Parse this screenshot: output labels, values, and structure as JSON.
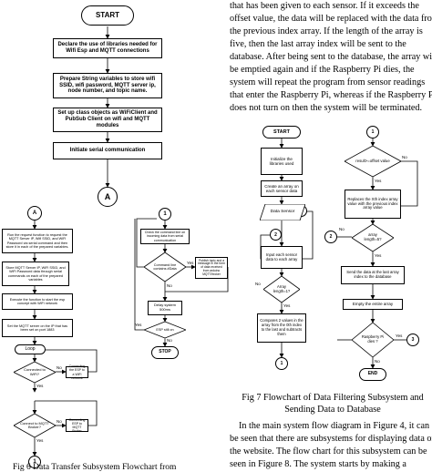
{
  "top_left_flow": {
    "start": "START",
    "step1": "Declare the use of libraries needed for Wifi Esp and MQTT connections",
    "step2": "Prepare String variables to store wifi SSID, wifi password, MQTT server ip, node number, and topic name.",
    "step3": "Set up class objects as WiFiClient and PubSub Client on wifi and MQTT modules",
    "step4": "Initiate serial communication",
    "connector": "A"
  },
  "lower_left_flow": {
    "connector": "A",
    "step1": "Run the request function to request the MQTT Server IP, Wifi SSID, and WiFi Password via serial command and then store it in each of the prepared variables.",
    "step2": "Store MQTT Server IP, WiFi SSID, and WiFi Password data through serial commands on each of the prepared variables",
    "step3": "Execute the function to start the esp concept with WiFi network",
    "step4": "Set the MQTT server on the IP that has been set on port 1883",
    "loop": "Loop",
    "decision1": "Connected to WiFi?",
    "no1": "No",
    "yes1": "Yes",
    "action1": "Connecting the ESP to a WiFi network",
    "decision2": "Connect to MQTT Broker?",
    "no2": "No",
    "yes2": "Yes",
    "action2": "Connecting ESP to MQTT Broker",
    "connector1": "1"
  },
  "middle_flow": {
    "connector": "1",
    "step1": "Check the command line on incoming data from serial communication",
    "decision": "Command line contains #Data",
    "yes": "Yes",
    "no": "No",
    "publish": "Publish topic and a message in the form of data received from arduino MQTT/broker",
    "delay": "Delay system 500ms",
    "esp_off": "ESP still on",
    "yes2": "Yes",
    "no2": "No",
    "stop": "STOP"
  },
  "fig6_caption": "Fig 6 Data Transfer Subsystem Flowchart from",
  "paragraph_top": [
    "that has been given to each sensor. If it exceeds the",
    "offset value, the data will be replaced with the data from",
    "the previous index array. If the length of the array is",
    "five, then the last array index will be sent to the",
    "database. After being sent to the database, the array will",
    "be emptied again and if the Raspberry Pi dies, the",
    "system will repeat the program from sensor readings",
    "that enter the Raspberry Pi, whereas if the Raspberry Pi",
    "does not turn on then the system will be terminated."
  ],
  "fig7_flow": {
    "start": "START",
    "init": "Initialize the libraries used",
    "array": "Create an array on each sensor data",
    "c3": "3",
    "data_sensor": "Data Sensor",
    "input": "Input each sensor data to each array",
    "c2": "2",
    "array_len": "Array length=1?",
    "no": "No",
    "yes": "Yes",
    "compare": "Compares 2 values in the array from the 0th index to the last and subtracts them",
    "c1": "1"
  },
  "fig7_right": {
    "c1": "1",
    "decision": "result>=offset value",
    "no": "No",
    "yes": "Yes",
    "replace": "Replaces the Xth index array value with the previous index array value",
    "c2": "2",
    "array_len": "array length=5?",
    "no2": "No",
    "yes2": "Yes",
    "send": "Send the data at the last array index to the database",
    "empty": "Empty the entire array",
    "rpi": "Raspberry Pi dies ?",
    "yes3": "Yes",
    "no3": "No",
    "c3": "3",
    "end": "END"
  },
  "fig7_caption": "Fig 7 Flowchart of Data Filtering Subsystem and Sending Data to Database",
  "paragraph_bottom": [
    "In the main system flow diagram in Figure 4, it can",
    "be seen that there are subsystems for displaying data on",
    "the website. The flow chart for this subsystem can be",
    "seen in Figure 8. The system starts by making a"
  ]
}
